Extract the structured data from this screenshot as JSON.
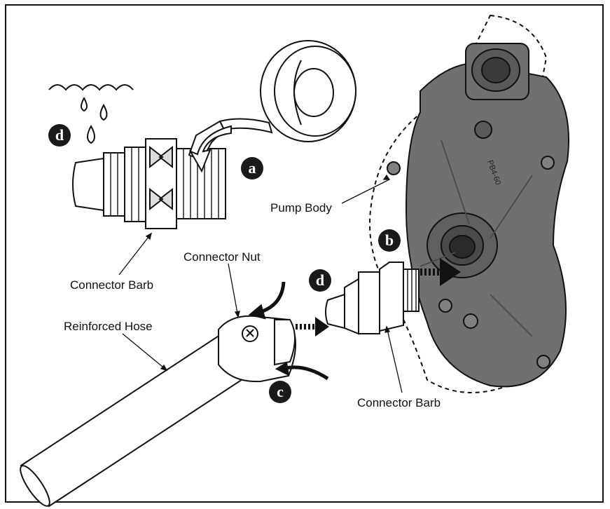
{
  "labels": {
    "pump_body": "Pump Body",
    "connector_nut": "Connector Nut",
    "connector_barb_top": "Connector Barb",
    "connector_barb_bottom": "Connector Barb",
    "reinforced_hose": "Reinforced Hose"
  },
  "steps": {
    "d_top": "d",
    "a": "a",
    "b": "b",
    "d_mid": "d",
    "c": "c"
  },
  "pump_mark": "PB4-60",
  "colors": {
    "pump": "#707070",
    "pump_dark": "#4a4a4a",
    "line": "#111111",
    "badge": "#1a1a1a"
  }
}
